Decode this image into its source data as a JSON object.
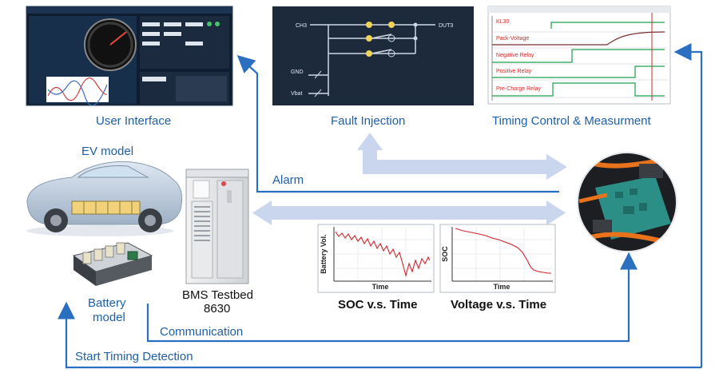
{
  "colors": {
    "arrow_blue": "#2a6fc0",
    "label_blue": "#1f5fa8",
    "light_arrow": "#c9d6ee",
    "panel_dark": "#1d2a3c",
    "relay_red": "#d62b2b",
    "relay_green": "#1aa14d",
    "plot_red": "#d4232b"
  },
  "labels": {
    "user_interface": "User Interface",
    "fault_injection": "Fault Injection",
    "timing_control": "Timing Control & Measurment",
    "ev_model": "EV model",
    "battery_model_line1": "Battery",
    "battery_model_line2": "model",
    "bms_testbed_line1": "BMS Testbed",
    "bms_testbed_line2": "8630",
    "soc_vs_time": "SOC v.s. Time",
    "voltage_vs_time": "Voltage v.s. Time",
    "alarm": "Alarm",
    "communication": "Communication",
    "start_timing": "Start  Timing Detection"
  },
  "fault_injection_panel": {
    "ch_in": "CH3",
    "ch_out": "DUT3",
    "gnd": "GND",
    "vbat": "Vbat"
  },
  "timing_panel": {
    "signals": [
      "KL30",
      "Pack-Voltage",
      "Negative Relay",
      "Positive Relay",
      "Pre-Charge Relay"
    ]
  },
  "plots": {
    "battery_vol": {
      "ylabel": "Battery Vol.",
      "xlabel": "Time"
    },
    "soc": {
      "ylabel": "SOC",
      "xlabel": "Time"
    }
  },
  "icons": {
    "ui_screenshot": "ui-screenshot-icon",
    "ev_car": "ev-car-icon",
    "battery_pack": "battery-pack-icon",
    "bms_cabinet": "bms-cabinet-icon",
    "bms_board": "bms-board-photo-icon"
  }
}
